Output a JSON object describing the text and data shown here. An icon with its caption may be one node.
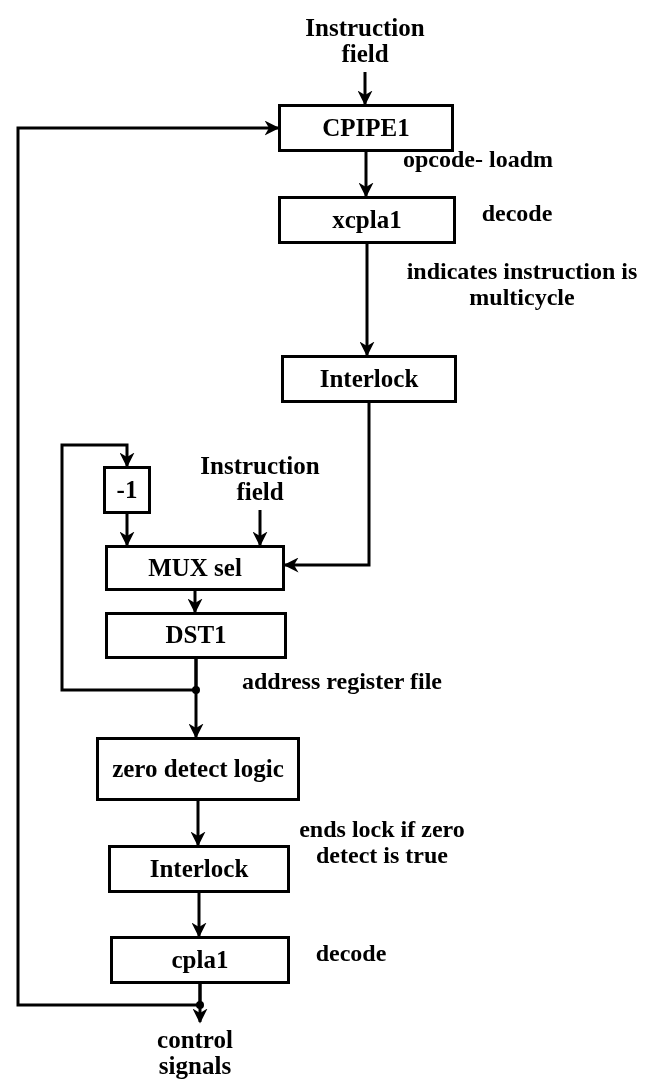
{
  "diagram": {
    "nodes": [
      {
        "text": [
          "Instruction field"
        ]
      },
      {
        "text": [
          "CPIPE1"
        ]
      },
      {
        "text": [
          "xcpla1"
        ],
        "beside": [
          "decode"
        ]
      },
      {
        "text": [
          "Interlock"
        ]
      },
      {
        "text": [
          "-1"
        ]
      },
      {
        "text": [
          "Instruction field"
        ]
      },
      {
        "text": [
          "MUX sel"
        ]
      },
      {
        "text": [
          "DST1"
        ]
      },
      {
        "text": [
          "zero detect logic"
        ]
      },
      {
        "text": [
          "Interlock"
        ],
        "beside": [
          "ends lock if zero detect is true"
        ]
      },
      {
        "text": [
          "cpla1"
        ],
        "beside": [
          "decode"
        ]
      },
      {
        "text": [
          "control signals"
        ]
      }
    ],
    "edges": [
      {
        "from": 0,
        "to": 1,
        "arrow": "to"
      },
      {
        "from": 1,
        "to": 2,
        "arrow": "to",
        "label": "opcode- loadm"
      },
      {
        "from": 2,
        "to": 3,
        "arrow": "to",
        "label": "indicates instruction is multicycle"
      },
      {
        "from": 3,
        "to": 6,
        "arrow": "to"
      },
      {
        "from": 4,
        "to": 6,
        "arrow": "to"
      },
      {
        "from": 5,
        "to": 6,
        "arrow": "to"
      },
      {
        "from": 6,
        "to": 7,
        "arrow": "to"
      },
      {
        "from": 7,
        "to": 8,
        "arrow": "to",
        "label": "address register file"
      },
      {
        "from": 7,
        "to": 4,
        "arrow": "to"
      },
      {
        "from": 8,
        "to": 9,
        "arrow": "to"
      },
      {
        "from": 9,
        "to": 10,
        "arrow": "to"
      },
      {
        "from": 10,
        "to": 11,
        "arrow": "to"
      },
      {
        "from": 10,
        "to": 1,
        "arrow": "to"
      }
    ]
  }
}
